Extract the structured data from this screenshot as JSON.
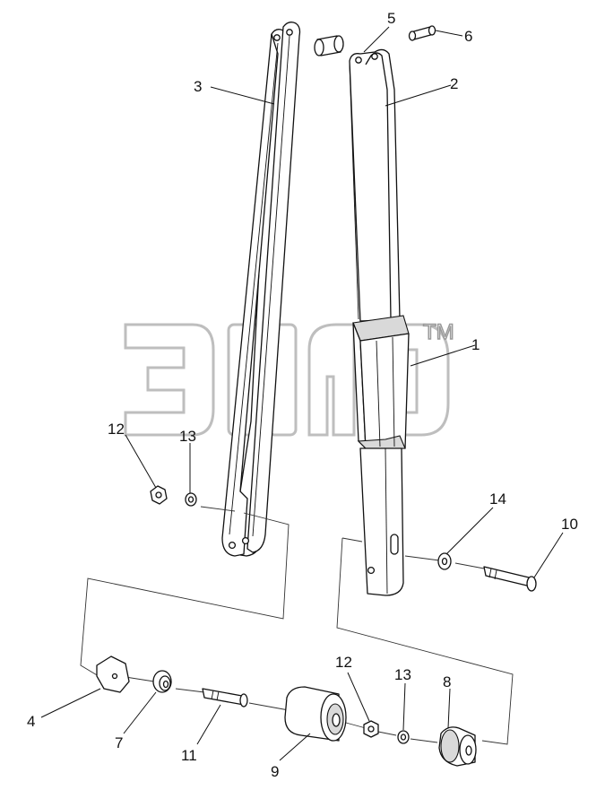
{
  "watermark": {
    "trademark": "TM"
  },
  "callouts": {
    "c1": "1",
    "c2": "2",
    "c3": "3",
    "c4": "4",
    "c5": "5",
    "c6": "6",
    "c7": "7",
    "c8": "8",
    "c9": "9",
    "c10": "10",
    "c11": "11",
    "c12a": "12",
    "c12b": "12",
    "c13a": "13",
    "c13b": "13",
    "c14": "14"
  },
  "colors": {
    "line": "#111111",
    "shade": "#d9d9d9",
    "watermark": "#a8a8a8",
    "background": "#ffffff"
  }
}
